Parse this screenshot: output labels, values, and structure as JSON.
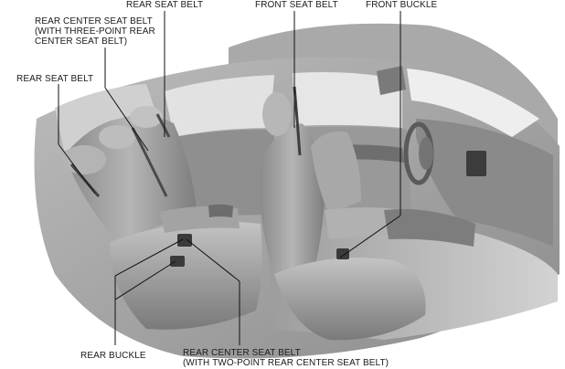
{
  "labels": {
    "rear_seat_belt_top": "REAR SEAT BELT",
    "front_seat_belt": "FRONT SEAT BELT",
    "front_buckle": "FRONT BUCKLE",
    "rear_center_three_point_1": "REAR CENTER SEAT BELT",
    "rear_center_three_point_2": "(WITH THREE-POINT REAR",
    "rear_center_three_point_3": "CENTER SEAT BELT)",
    "rear_seat_belt_left": "REAR SEAT BELT",
    "rear_buckle": "REAR BUCKLE",
    "rear_center_two_point_1": "REAR CENTER SEAT BELT",
    "rear_center_two_point_2": "(WITH TWO-POINT REAR CENTER SEAT BELT)"
  },
  "colors": {
    "line": "#111111",
    "shade_dark": "#6d6d6d",
    "shade_mid": "#9a9a9a",
    "shade_light": "#c9c9c9",
    "background": "#ffffff"
  }
}
